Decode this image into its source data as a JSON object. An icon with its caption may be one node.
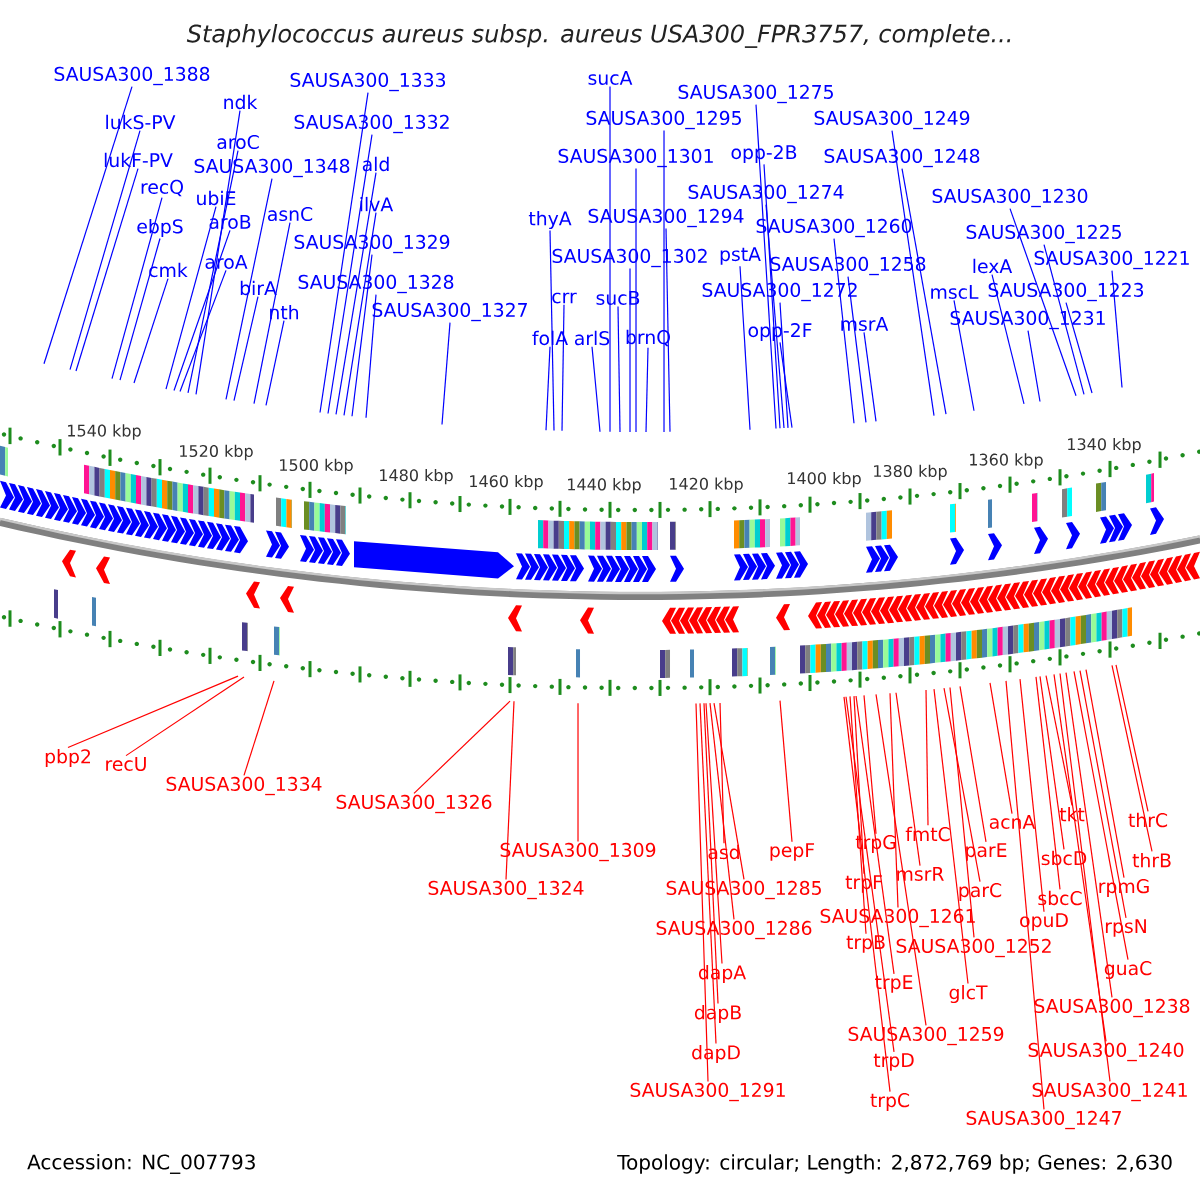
{
  "diagram": {
    "title": "Staphylococcus aureus subsp. aureus USA300_FPR3757, complete...",
    "nodes": [
      {
        "text": [
          "SAUSA300_1388"
        ]
      },
      {
        "text": [
          "lukS-PV"
        ]
      },
      {
        "text": [
          "lukF-PV"
        ]
      },
      {
        "text": [
          "recQ"
        ]
      },
      {
        "text": [
          "ebpS"
        ]
      },
      {
        "text": [
          "cmk"
        ]
      },
      {
        "text": [
          "ndk"
        ]
      },
      {
        "text": [
          "aroC"
        ]
      },
      {
        "text": [
          "SAUSA300_1348"
        ]
      },
      {
        "text": [
          "ubiE"
        ]
      },
      {
        "text": [
          "aroB"
        ]
      },
      {
        "text": [
          "asnC"
        ]
      },
      {
        "text": [
          "aroA"
        ]
      },
      {
        "text": [
          "birA"
        ]
      },
      {
        "text": [
          "nth"
        ]
      },
      {
        "text": [
          "SAUSA300_1333"
        ]
      },
      {
        "text": [
          "SAUSA300_1332"
        ]
      },
      {
        "text": [
          "ald"
        ]
      },
      {
        "text": [
          "ilvA"
        ]
      },
      {
        "text": [
          "SAUSA300_1329"
        ]
      },
      {
        "text": [
          "SAUSA300_1328"
        ]
      },
      {
        "text": [
          "SAUSA300_1327"
        ]
      },
      {
        "text": [
          "thyA"
        ]
      },
      {
        "text": [
          "crr"
        ]
      },
      {
        "text": [
          "folA"
        ]
      },
      {
        "text": [
          "sucA"
        ]
      },
      {
        "text": [
          "SAUSA300_1295"
        ]
      },
      {
        "text": [
          "SAUSA300_1301"
        ]
      },
      {
        "text": [
          "SAUSA300_1294"
        ]
      },
      {
        "text": [
          "SAUSA300_1302"
        ]
      },
      {
        "text": [
          "sucB"
        ]
      },
      {
        "text": [
          "arlS"
        ]
      },
      {
        "text": [
          "brnQ"
        ]
      },
      {
        "text": [
          "SAUSA300_1275"
        ]
      },
      {
        "text": [
          "opp-2B"
        ]
      },
      {
        "text": [
          "SAUSA300_1274"
        ]
      },
      {
        "text": [
          "pstA"
        ]
      },
      {
        "text": [
          "SAUSA300_1272"
        ]
      },
      {
        "text": [
          "opp-2F"
        ]
      },
      {
        "text": [
          "SAUSA300_1260"
        ]
      },
      {
        "text": [
          "SAUSA300_1258"
        ]
      },
      {
        "text": [
          "msrA"
        ]
      },
      {
        "text": [
          "SAUSA300_1249"
        ]
      },
      {
        "text": [
          "SAUSA300_1248"
        ]
      },
      {
        "text": [
          "SAUSA300_1230"
        ]
      },
      {
        "text": [
          "SAUSA300_1225"
        ]
      },
      {
        "text": [
          "SAUSA300_1221"
        ]
      },
      {
        "text": [
          "lexA"
        ]
      },
      {
        "text": [
          "mscL"
        ]
      },
      {
        "text": [
          "SAUSA300_1223"
        ]
      },
      {
        "text": [
          "SAUSA300_1231"
        ]
      },
      {
        "text": [
          "pbp2"
        ]
      },
      {
        "text": [
          "recU"
        ]
      },
      {
        "text": [
          "SAUSA300_1334"
        ]
      },
      {
        "text": [
          "SAUSA300_1326"
        ]
      },
      {
        "text": [
          "SAUSA300_1324"
        ]
      },
      {
        "text": [
          "SAUSA300_1309"
        ]
      },
      {
        "text": [
          "asd"
        ]
      },
      {
        "text": [
          "pepF"
        ]
      },
      {
        "text": [
          "SAUSA300_1285"
        ]
      },
      {
        "text": [
          "SAUSA300_1286"
        ]
      },
      {
        "text": [
          "dapA"
        ]
      },
      {
        "text": [
          "dapB"
        ]
      },
      {
        "text": [
          "dapD"
        ]
      },
      {
        "text": [
          "SAUSA300_1291"
        ]
      },
      {
        "text": [
          "trpG"
        ]
      },
      {
        "text": [
          "fmtC"
        ]
      },
      {
        "text": [
          "acnA"
        ]
      },
      {
        "text": [
          "tkt"
        ]
      },
      {
        "text": [
          "thrC"
        ]
      },
      {
        "text": [
          "trpF"
        ]
      },
      {
        "text": [
          "msrR"
        ]
      },
      {
        "text": [
          "parE"
        ]
      },
      {
        "text": [
          "sbcD"
        ]
      },
      {
        "text": [
          "thrB"
        ]
      },
      {
        "text": [
          "SAUSA300_1261"
        ]
      },
      {
        "text": [
          "parC"
        ]
      },
      {
        "text": [
          "sbcC"
        ]
      },
      {
        "text": [
          "rpmG"
        ]
      },
      {
        "text": [
          "trpB"
        ]
      },
      {
        "text": [
          "SAUSA300_1252"
        ]
      },
      {
        "text": [
          "opuD"
        ]
      },
      {
        "text": [
          "rpsN"
        ]
      },
      {
        "text": [
          "trpE"
        ]
      },
      {
        "text": [
          "glcT"
        ]
      },
      {
        "text": [
          "guaC"
        ]
      },
      {
        "text": [
          "SAUSA300_1238"
        ]
      },
      {
        "text": [
          "SAUSA300_1259"
        ]
      },
      {
        "text": [
          "trpD"
        ]
      },
      {
        "text": [
          "SAUSA300_1240"
        ]
      },
      {
        "text": [
          "SAUSA300_1241"
        ]
      },
      {
        "text": [
          "trpC"
        ]
      },
      {
        "text": [
          "SAUSA300_1247"
        ]
      }
    ],
    "edges": [
      {
        "from": 0,
        "to": null,
        "arrow": "none"
      },
      {
        "from": 1,
        "to": null,
        "arrow": "none"
      },
      {
        "from": 2,
        "to": null,
        "arrow": "none"
      },
      {
        "from": 3,
        "to": null,
        "arrow": "none"
      },
      {
        "from": 4,
        "to": null,
        "arrow": "none"
      },
      {
        "from": 5,
        "to": null,
        "arrow": "none"
      },
      {
        "from": 6,
        "to": null,
        "arrow": "none"
      },
      {
        "from": 7,
        "to": null,
        "arrow": "none"
      },
      {
        "from": 8,
        "to": null,
        "arrow": "none"
      },
      {
        "from": 9,
        "to": null,
        "arrow": "none"
      },
      {
        "from": 10,
        "to": null,
        "arrow": "none"
      },
      {
        "from": 11,
        "to": null,
        "arrow": "none"
      },
      {
        "from": 12,
        "to": null,
        "arrow": "none"
      },
      {
        "from": 13,
        "to": null,
        "arrow": "none"
      },
      {
        "from": 14,
        "to": null,
        "arrow": "none"
      },
      {
        "from": 15,
        "to": null,
        "arrow": "none"
      },
      {
        "from": 16,
        "to": null,
        "arrow": "none"
      },
      {
        "from": 17,
        "to": null,
        "arrow": "none"
      },
      {
        "from": 18,
        "to": null,
        "arrow": "none"
      },
      {
        "from": 19,
        "to": null,
        "arrow": "none"
      },
      {
        "from": 20,
        "to": null,
        "arrow": "none"
      },
      {
        "from": 21,
        "to": null,
        "arrow": "none"
      },
      {
        "from": 22,
        "to": null,
        "arrow": "none"
      },
      {
        "from": 23,
        "to": null,
        "arrow": "none"
      },
      {
        "from": 24,
        "to": null,
        "arrow": "none"
      },
      {
        "from": 25,
        "to": null,
        "arrow": "none"
      },
      {
        "from": 26,
        "to": null,
        "arrow": "none"
      },
      {
        "from": 27,
        "to": null,
        "arrow": "none"
      },
      {
        "from": 28,
        "to": null,
        "arrow": "none"
      },
      {
        "from": 29,
        "to": null,
        "arrow": "none"
      },
      {
        "from": 30,
        "to": null,
        "arrow": "none"
      },
      {
        "from": 31,
        "to": null,
        "arrow": "none"
      },
      {
        "from": 32,
        "to": null,
        "arrow": "none"
      },
      {
        "from": 33,
        "to": null,
        "arrow": "none"
      },
      {
        "from": 34,
        "to": null,
        "arrow": "none"
      },
      {
        "from": 35,
        "to": null,
        "arrow": "none"
      },
      {
        "from": 36,
        "to": null,
        "arrow": "none"
      },
      {
        "from": 37,
        "to": null,
        "arrow": "none"
      },
      {
        "from": 38,
        "to": null,
        "arrow": "none"
      },
      {
        "from": 39,
        "to": null,
        "arrow": "none"
      },
      {
        "from": 40,
        "to": null,
        "arrow": "none"
      },
      {
        "from": 41,
        "to": null,
        "arrow": "none"
      },
      {
        "from": 42,
        "to": null,
        "arrow": "none"
      },
      {
        "from": 43,
        "to": null,
        "arrow": "none"
      },
      {
        "from": 44,
        "to": null,
        "arrow": "none"
      },
      {
        "from": 45,
        "to": null,
        "arrow": "none"
      },
      {
        "from": 46,
        "to": null,
        "arrow": "none"
      },
      {
        "from": 47,
        "to": null,
        "arrow": "none"
      },
      {
        "from": 48,
        "to": null,
        "arrow": "none"
      },
      {
        "from": 49,
        "to": null,
        "arrow": "none"
      },
      {
        "from": 50,
        "to": null,
        "arrow": "none"
      },
      {
        "from": 51,
        "to": null,
        "arrow": "none",
        "color": "#ff0000"
      },
      {
        "from": 52,
        "to": null,
        "arrow": "none",
        "color": "#ff0000"
      },
      {
        "from": 53,
        "to": null,
        "arrow": "none",
        "color": "#ff0000"
      },
      {
        "from": 54,
        "to": null,
        "arrow": "none",
        "color": "#ff0000"
      },
      {
        "from": 55,
        "to": null,
        "arrow": "none",
        "color": "#ff0000"
      },
      {
        "from": 56,
        "to": null,
        "arrow": "none",
        "color": "#ff0000"
      },
      {
        "from": 57,
        "to": null,
        "arrow": "none",
        "color": "#ff0000"
      },
      {
        "from": 58,
        "to": null,
        "arrow": "none",
        "color": "#ff0000"
      },
      {
        "from": 59,
        "to": null,
        "arrow": "none",
        "color": "#ff0000"
      },
      {
        "from": 60,
        "to": null,
        "arrow": "none",
        "color": "#ff0000"
      },
      {
        "from": 61,
        "to": null,
        "arrow": "none",
        "color": "#ff0000"
      },
      {
        "from": 62,
        "to": null,
        "arrow": "none",
        "color": "#ff0000"
      },
      {
        "from": 63,
        "to": null,
        "arrow": "none",
        "color": "#ff0000"
      },
      {
        "from": 64,
        "to": null,
        "arrow": "none",
        "color": "#ff0000"
      },
      {
        "from": 65,
        "to": null,
        "arrow": "none",
        "color": "#ff0000"
      },
      {
        "from": 66,
        "to": null,
        "arrow": "none",
        "color": "#ff0000"
      },
      {
        "from": 67,
        "to": null,
        "arrow": "none",
        "color": "#ff0000"
      },
      {
        "from": 68,
        "to": null,
        "arrow": "none",
        "color": "#ff0000"
      },
      {
        "from": 69,
        "to": null,
        "arrow": "none",
        "color": "#ff0000"
      },
      {
        "from": 70,
        "to": null,
        "arrow": "none",
        "color": "#ff0000"
      },
      {
        "from": 71,
        "to": null,
        "arrow": "none",
        "color": "#ff0000"
      },
      {
        "from": 72,
        "to": null,
        "arrow": "none",
        "color": "#ff0000"
      },
      {
        "from": 73,
        "to": null,
        "arrow": "none",
        "color": "#ff0000"
      },
      {
        "from": 74,
        "to": null,
        "arrow": "none",
        "color": "#ff0000"
      },
      {
        "from": 75,
        "to": null,
        "arrow": "none",
        "color": "#ff0000"
      },
      {
        "from": 76,
        "to": null,
        "arrow": "none",
        "color": "#ff0000"
      },
      {
        "from": 77,
        "to": null,
        "arrow": "none",
        "color": "#ff0000"
      },
      {
        "from": 78,
        "to": null,
        "arrow": "none",
        "color": "#ff0000"
      },
      {
        "from": 79,
        "to": null,
        "arrow": "none",
        "color": "#ff0000"
      },
      {
        "from": 80,
        "to": null,
        "arrow": "none",
        "color": "#ff0000"
      },
      {
        "from": 81,
        "to": null,
        "arrow": "none",
        "color": "#ff0000"
      },
      {
        "from": 82,
        "to": null,
        "arrow": "none",
        "color": "#ff0000"
      },
      {
        "from": 83,
        "to": null,
        "arrow": "none",
        "color": "#ff0000"
      },
      {
        "from": 84,
        "to": null,
        "arrow": "none",
        "color": "#ff0000"
      },
      {
        "from": 85,
        "to": null,
        "arrow": "none",
        "color": "#ff0000"
      },
      {
        "from": 86,
        "to": null,
        "arrow": "none",
        "color": "#ff0000"
      },
      {
        "from": 87,
        "to": null,
        "arrow": "none",
        "color": "#ff0000"
      },
      {
        "from": 88,
        "to": null,
        "arrow": "none",
        "color": "#ff0000"
      },
      {
        "from": 89,
        "to": null,
        "arrow": "none",
        "color": "#ff0000"
      },
      {
        "from": 90,
        "to": null,
        "arrow": "none",
        "color": "#ff0000"
      },
      {
        "from": 91,
        "to": null,
        "arrow": "none",
        "color": "#ff0000"
      },
      {
        "from": 92,
        "to": null,
        "arrow": "none",
        "color": "#ff0000"
      }
    ],
    "labels": [
      "1540 kbp",
      "1520 kbp",
      "1500 kbp",
      "1480 kbp",
      "1460 kbp",
      "1440 kbp",
      "1420 kbp",
      "1400 kbp",
      "1380 kbp",
      "1360 kbp",
      "1340 kbp",
      "Accession: NC_007793",
      "Topology: circular; Length: 2,872,769 bp; Genes: 2,630"
    ]
  }
}
